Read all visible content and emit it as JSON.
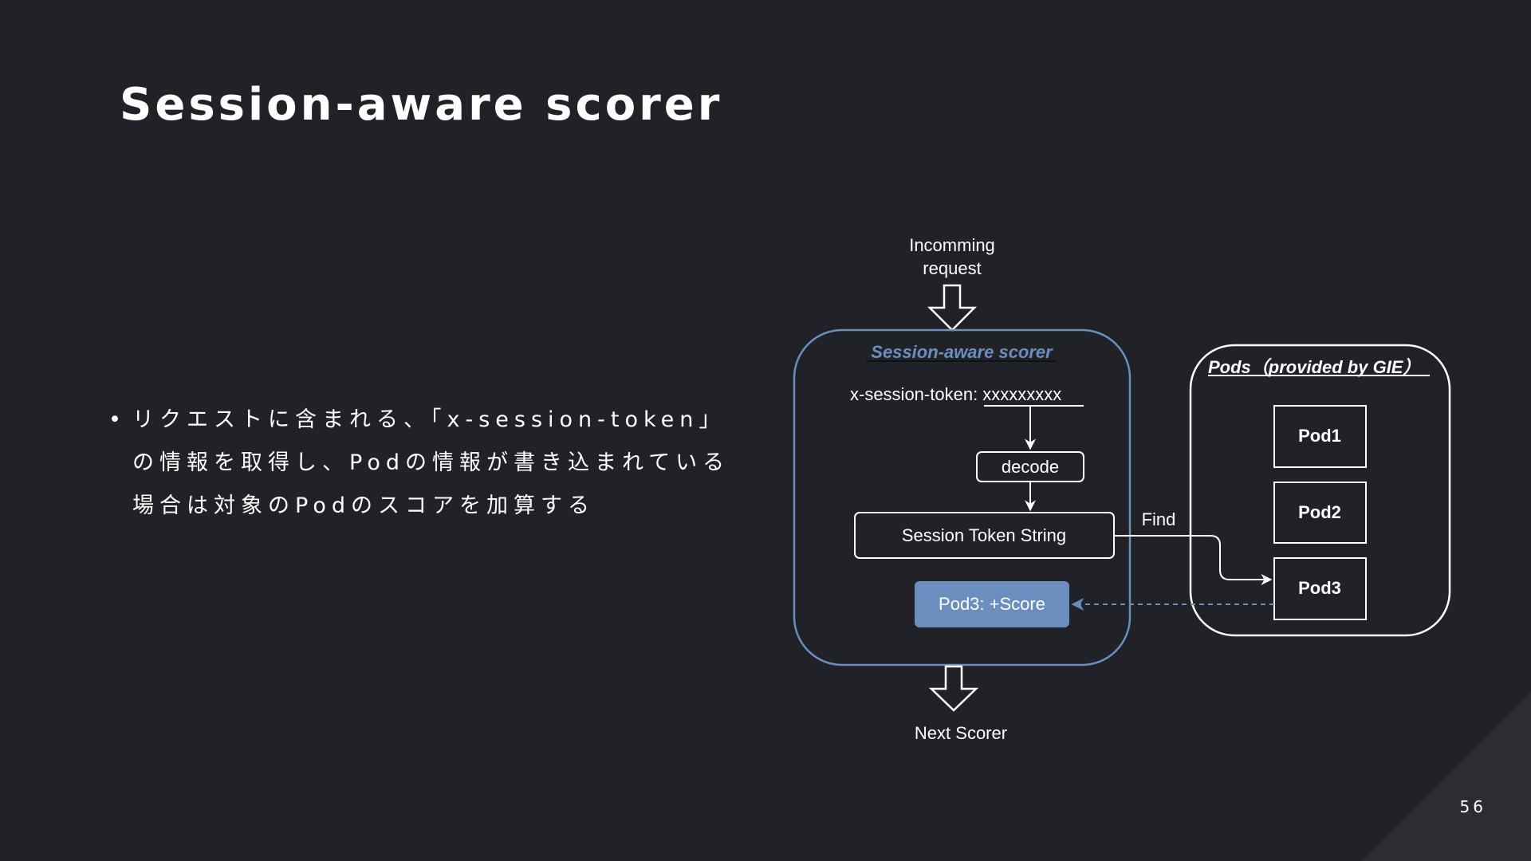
{
  "slide": {
    "title": "Session-aware scorer",
    "bullet": "リクエストに含まれる、「x-session-token」の情報を取得し、Podの情報が書き込まれている場合は対象のPodのスコアを加算する",
    "page_number": "56"
  },
  "diagram": {
    "input_label_line1": "Incomming",
    "input_label_line2": "request",
    "scorer_title": "Session-aware scorer",
    "header_label": "x-session-token: ",
    "header_value": "xxxxxxxxx",
    "decode_label": "decode",
    "token_label": "Session Token String",
    "find_label": "Find",
    "result_label": "Pod3: +Score",
    "output_label": "Next Scorer",
    "pods_title": "Pods（provided by GIE）",
    "pods": [
      "Pod1",
      "Pod2",
      "Pod3"
    ],
    "colors": {
      "background": "#212227",
      "accent": "#6c8ebf",
      "line": "#ffffff"
    }
  }
}
